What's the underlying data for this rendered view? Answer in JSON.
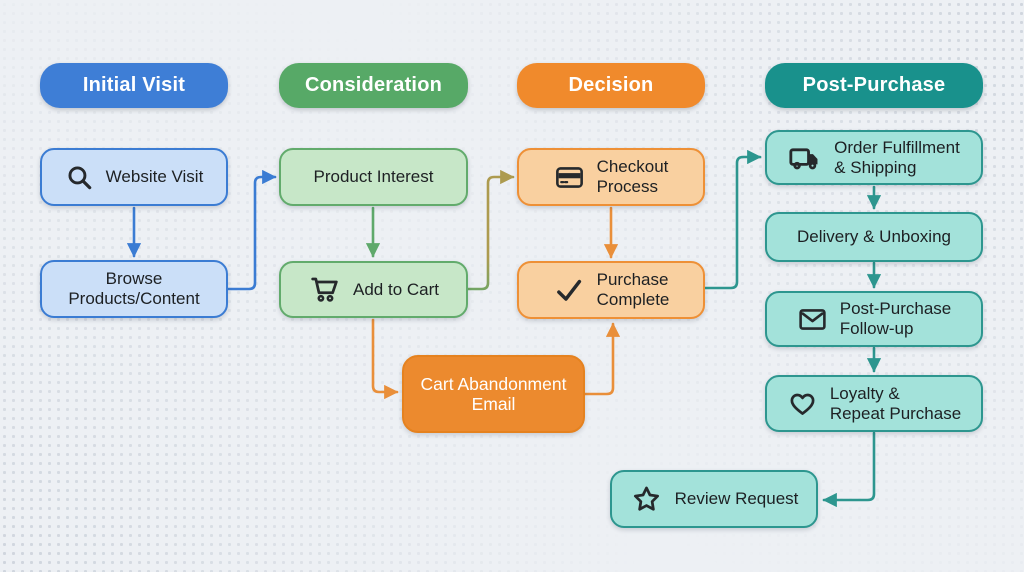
{
  "stages": [
    {
      "label": "Initial Visit"
    },
    {
      "label": "Consideration"
    },
    {
      "label": "Decision"
    },
    {
      "label": "Post-Purchase"
    }
  ],
  "nodes": {
    "website_visit": {
      "label": "Website Visit",
      "icon": "search-icon"
    },
    "browse_products": {
      "label": "Browse\nProducts/Content"
    },
    "product_interest": {
      "label": "Product Interest"
    },
    "add_to_cart": {
      "label": "Add to Cart",
      "icon": "cart-icon"
    },
    "cart_abandonment": {
      "label": "Cart Abandonment\nEmail"
    },
    "checkout_process": {
      "label": "Checkout\nProcess",
      "icon": "credit-card-icon"
    },
    "purchase_complete": {
      "label": "Purchase\nComplete",
      "icon": "check-icon"
    },
    "order_fulfillment": {
      "label": "Order Fulfillment\n& Shipping",
      "icon": "truck-icon"
    },
    "delivery_unboxing": {
      "label": "Delivery & Unboxing"
    },
    "post_purchase_followup": {
      "label": "Post-Purchase\nFollow-up",
      "icon": "mail-icon"
    },
    "loyalty_repeat": {
      "label": "Loyalty &\nRepeat Purchase",
      "icon": "heart-icon"
    },
    "review_request": {
      "label": "Review Request",
      "icon": "star-icon"
    }
  },
  "colors": {
    "background": "#edf0f4",
    "text": "#1d2023",
    "stage_blue": "#3e7ed6",
    "stage_green": "#57a967",
    "stage_orange": "#f08a2c",
    "stage_teal": "#19918c",
    "node_blue_fill": "#cbdff8",
    "node_blue_border": "#3b7cd3",
    "node_green_fill": "#c7e7c8",
    "node_green_border": "#62ab6c",
    "node_orange_fill": "#f9d0a0",
    "node_orange_border": "#ee9036",
    "node_orange_solid": "#ec8a2e",
    "node_teal_fill": "#a3e2da",
    "node_teal_border": "#2d968f",
    "arrow_blue": "#3b7cd3",
    "arrow_green": "#5fa96b",
    "arrow_olive": "#ad9b4f",
    "arrow_orange": "#e98f3a",
    "arrow_teal": "#2d968f"
  }
}
